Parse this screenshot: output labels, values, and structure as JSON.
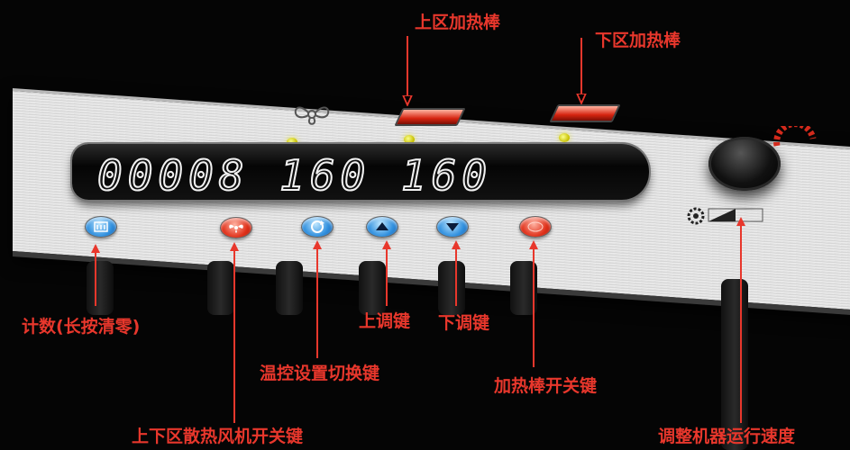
{
  "display": {
    "readout": "00008 160 160"
  },
  "labels": {
    "upper_heater": "上区加热棒",
    "lower_heater": "下区加热棒",
    "count": "计数(长按清零)",
    "fan_switch": "上下区散热风机开关键",
    "temp_switch": "温控设置切换键",
    "up_key": "上调键",
    "down_key": "下调键",
    "heater_switch": "加热棒开关键",
    "speed": "调整机器运行速度"
  },
  "icons": {
    "count_button": "counter-icon",
    "fan_button": "fan-icon",
    "temp_button": "cycle-icon",
    "up_button": "triangle-up-icon",
    "down_button": "triangle-down-icon",
    "heater_button": "power-icon"
  },
  "colors": {
    "annotation": "#e8372c",
    "blue_button": "#2f8fde",
    "red_button": "#e0311a",
    "led": "#e7e34a"
  }
}
